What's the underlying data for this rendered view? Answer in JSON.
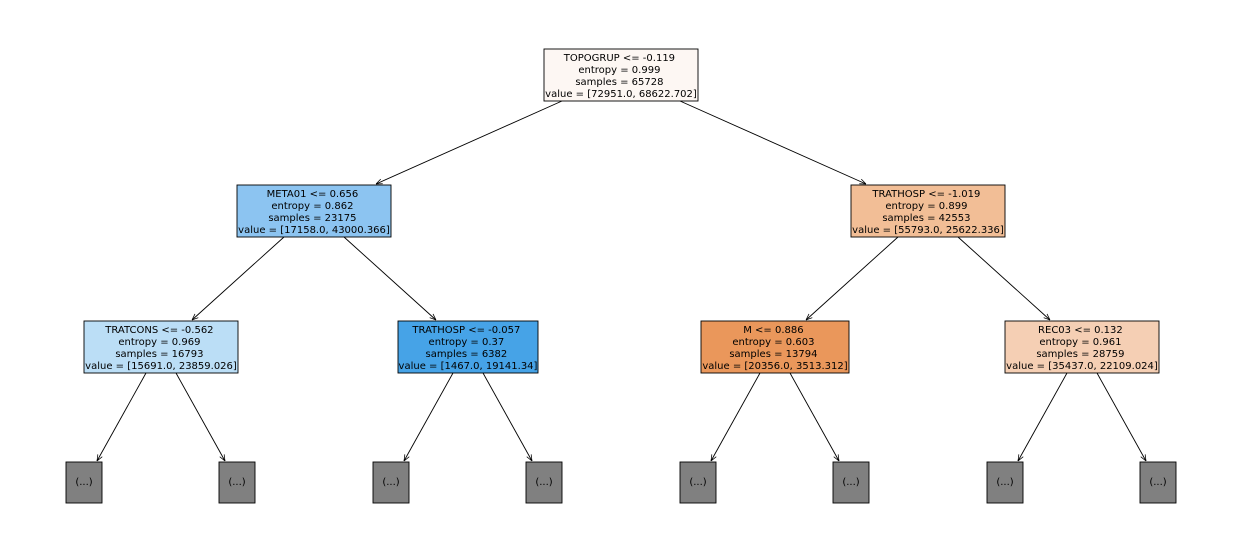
{
  "nodes": [
    {
      "id": "root",
      "lines": [
        "TOPOGRUP <= -0.119",
        "entropy = 0.999",
        "samples = 65728",
        "value = [72951.0, 68622.702]"
      ],
      "fill": "#fdf7f3"
    },
    {
      "id": "left",
      "lines": [
        "META01 <= 0.656",
        "entropy = 0.862",
        "samples = 23175",
        "value = [17158.0, 43000.366]"
      ],
      "fill": "#8cc4f1"
    },
    {
      "id": "right",
      "lines": [
        "TRATHOSP <= -1.019",
        "entropy = 0.899",
        "samples = 42553",
        "value = [55793.0, 25622.336]"
      ],
      "fill": "#f2be96"
    },
    {
      "id": "left-left",
      "lines": [
        "TRATCONS <= -0.562",
        "entropy = 0.969",
        "samples = 16793",
        "value = [15691.0, 23859.026]"
      ],
      "fill": "#bbdef6"
    },
    {
      "id": "left-right",
      "lines": [
        "TRATHOSP <= -0.057",
        "entropy = 0.37",
        "samples = 6382",
        "value = [1467.0, 19141.34]"
      ],
      "fill": "#46a3e7"
    },
    {
      "id": "right-left",
      "lines": [
        "M <= 0.886",
        "entropy = 0.603",
        "samples = 13794",
        "value = [20356.0, 3513.312]"
      ],
      "fill": "#ea975b"
    },
    {
      "id": "right-right",
      "lines": [
        "REC03 <= 0.132",
        "entropy = 0.961",
        "samples = 28759",
        "value = [35437.0, 22109.024]"
      ],
      "fill": "#f5cfb4"
    }
  ],
  "truncated_label": "(...)",
  "truncated_fill": "#808080"
}
